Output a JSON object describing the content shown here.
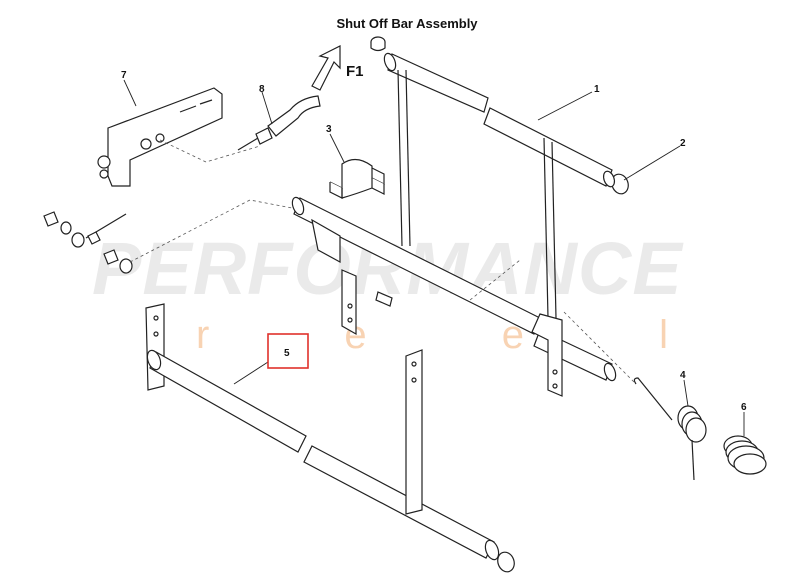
{
  "title": "Shut Off Bar Assembly",
  "watermark": {
    "main": "PERFORMANCE",
    "sub": "r e e l"
  },
  "callouts": {
    "c1": "1",
    "c2": "2",
    "c3": "3",
    "c4": "4",
    "c5": "5",
    "c6": "6",
    "c7": "7",
    "c8": "8"
  },
  "direction_label": "F1",
  "highlight_color": "#e0312b"
}
